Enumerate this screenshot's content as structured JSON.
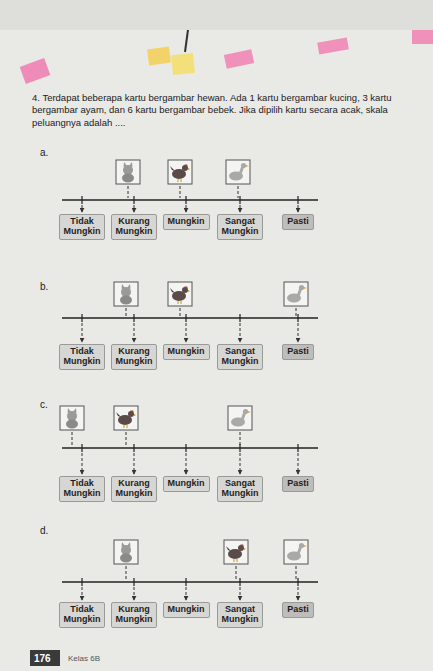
{
  "diagram": {
    "nodes": [
      {
        "text": [
          "Tidak Mungkin"
        ]
      },
      {
        "text": [
          "Kurang Mungkin"
        ]
      },
      {
        "text": [
          "Mungkin"
        ]
      },
      {
        "text": [
          "Sangat Mungkin"
        ]
      },
      {
        "text": [
          "Pasti"
        ]
      },
      {
        "text": [
          "Tidak Mungkin"
        ]
      },
      {
        "text": [
          "Kurang Mungkin"
        ]
      },
      {
        "text": [
          "Mungkin"
        ]
      },
      {
        "text": [
          "Sangat Mungkin"
        ]
      },
      {
        "text": [
          "Pasti"
        ]
      },
      {
        "text": [
          "Tidak Mungkin"
        ]
      },
      {
        "text": [
          "Kurang Mungkin"
        ]
      },
      {
        "text": [
          "Mungkin"
        ]
      },
      {
        "text": [
          "Sangat Mungkin"
        ]
      },
      {
        "text": [
          "Pasti"
        ]
      },
      {
        "text": [
          "Tidak Mungkin"
        ]
      },
      {
        "text": [
          "Kurang Mungkin"
        ]
      },
      {
        "text": [
          "Mungkin"
        ]
      },
      {
        "text": [
          "Sangat Mungkin"
        ]
      },
      {
        "text": [
          "Pasti"
        ]
      }
    ],
    "labels": [
      "4. Terdapat beberapa kartu bergambar hewan. Ada 1 kartu bergambar kucing, 3 kartu bergambar ayam, dan 6 kartu bergambar bebek. Jika dipilih kartu secara acak, skala peluangnya adalah ....",
      "a.",
      "b.",
      "c.",
      "d.",
      "176",
      "Kelas 6B"
    ]
  }
}
